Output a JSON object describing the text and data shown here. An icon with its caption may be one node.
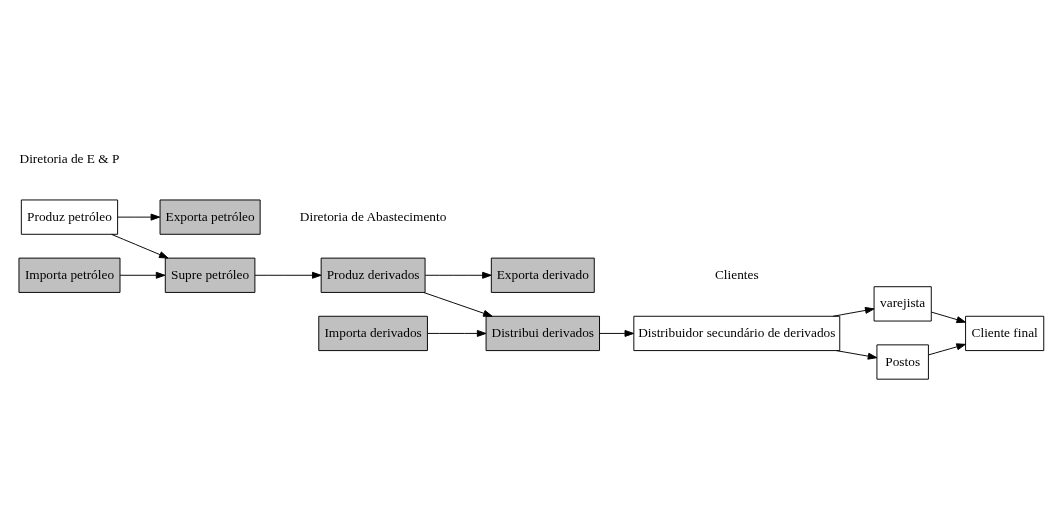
{
  "diagram": {
    "nodes": [
      {
        "text": [
          "Produz petróleo"
        ]
      },
      {
        "text": [
          "Exporta petróleo"
        ]
      },
      {
        "text": [
          "Supre petróleo"
        ]
      },
      {
        "text": [
          "Importa petróleo"
        ]
      },
      {
        "text": [
          "Exporta derivado"
        ]
      },
      {
        "text": [
          "Produz derivados"
        ]
      },
      {
        "text": [
          "Distribui derivados"
        ]
      },
      {
        "text": [
          "Importa derivados"
        ]
      },
      {
        "text": [
          "Distribuidor secundário de derivados"
        ]
      },
      {
        "text": [
          "varejista"
        ]
      },
      {
        "text": [
          "Postos"
        ]
      },
      {
        "text": [
          "Cliente final"
        ]
      }
    ],
    "edges": [
      {
        "from": 0,
        "to": 1,
        "arrow": "to"
      },
      {
        "from": 0,
        "to": 2,
        "arrow": "to"
      },
      {
        "from": 3,
        "to": 2,
        "arrow": "to"
      },
      {
        "from": 2,
        "to": 5,
        "arrow": "to"
      },
      {
        "from": 5,
        "to": 4,
        "arrow": "to"
      },
      {
        "from": 5,
        "to": 6,
        "arrow": "to"
      },
      {
        "from": 7,
        "to": 6,
        "arrow": "to"
      },
      {
        "from": 6,
        "to": 8,
        "arrow": "to"
      },
      {
        "from": 8,
        "to": 9,
        "arrow": "to"
      },
      {
        "from": 8,
        "to": 10,
        "arrow": "to"
      },
      {
        "from": 9,
        "to": 11,
        "arrow": "to"
      },
      {
        "from": 10,
        "to": 11,
        "arrow": "to"
      }
    ],
    "labels": [
      "Diretoria de E & P",
      "Diretoria de Abastecimento",
      "Clientes"
    ]
  }
}
